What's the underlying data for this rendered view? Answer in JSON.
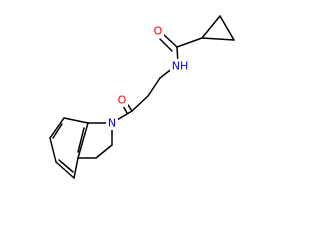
{
  "molecule": {
    "colors": {
      "bond": "#000000",
      "oxygen": "#ff0000",
      "nitrogen": "#0000ff",
      "background": "#ffffff"
    },
    "atoms": {
      "o_amide": {
        "symbol": "O",
        "element": "oxygen"
      },
      "nh_amide": {
        "symbol": "NH",
        "element": "nitrogen"
      },
      "o_ketone": {
        "symbol": "O",
        "element": "oxygen"
      },
      "n_ring": {
        "symbol": "N",
        "element": "nitrogen"
      }
    }
  }
}
